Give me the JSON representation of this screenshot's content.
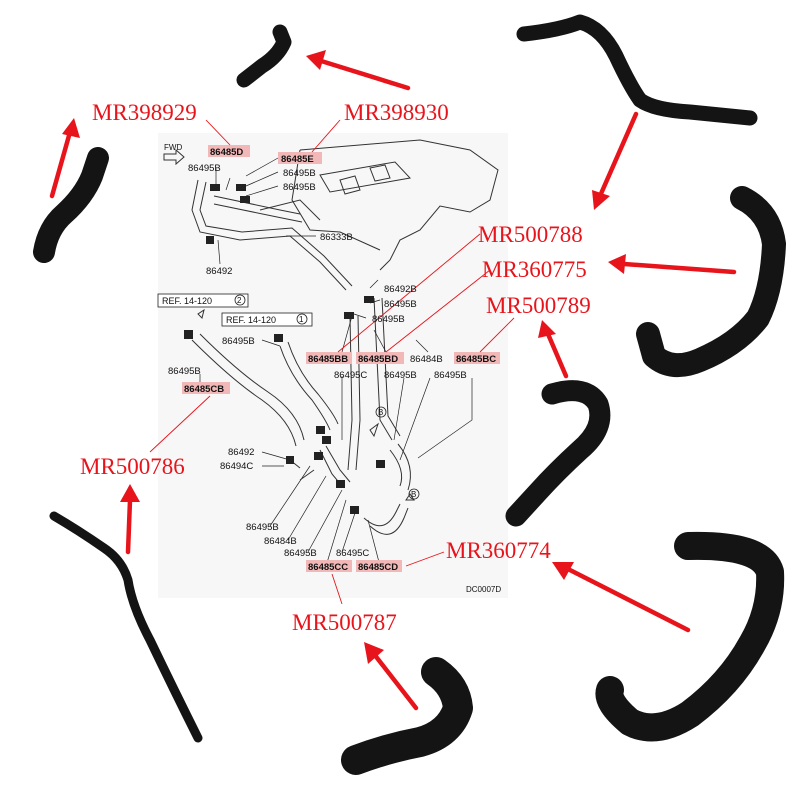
{
  "part_numbers": {
    "mr398929": "MR398929",
    "mr398930": "MR398930",
    "mr500788": "MR500788",
    "mr360775": "MR360775",
    "mr500789": "MR500789",
    "mr500786": "MR500786",
    "mr360774": "MR360774",
    "mr500787": "MR500787"
  },
  "callouts": {
    "c86485d": "86485D",
    "c86485e": "86485E",
    "c86495b_a": "86495B",
    "c86495b_b": "86495B",
    "c86495b_c": "86495B",
    "c86333b": "86333B",
    "c86492": "86492",
    "c86492b": "86492B",
    "c86495b_d": "86495B",
    "c86495b_e": "86495B",
    "c86495b_f": "86495B",
    "c86495b_g": "86495B",
    "c86485bb": "86485BB",
    "c86485bd": "86485BD",
    "c86484b_a": "86484B",
    "c86485bc": "86485BC",
    "c86495c_a": "86495C",
    "c86495b_h": "86495B",
    "c86495b_i": "86495B",
    "c86485cb": "86485CB",
    "c86492_b": "86492",
    "c86494c": "86494C",
    "c86495b_j": "86495B",
    "c86484b_b": "86484B",
    "c86495b_k": "86495B",
    "c86495c_b": "86495C",
    "c86485cc": "86485CC",
    "c86485cd": "86485CD"
  },
  "refs": {
    "ref2": "REF. 14-120",
    "ref2_num": "2",
    "ref1": "REF. 14-120",
    "ref1_num": "1"
  },
  "markers": {
    "fwd": "FWD",
    "b1": "B",
    "b2": "B",
    "drawing_code": "DC0007D"
  },
  "colors": {
    "label_red": "#e8141b",
    "highlight": "#f2b8b8",
    "hose_black": "#141414"
  }
}
